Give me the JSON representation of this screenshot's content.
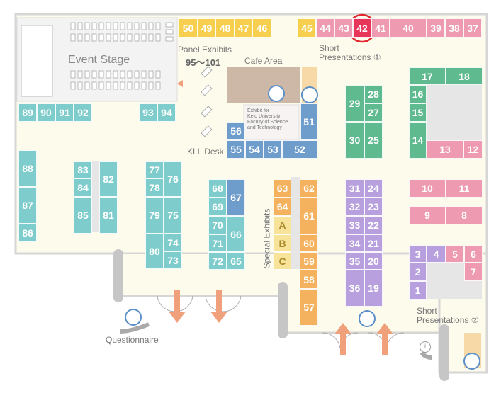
{
  "labels": {
    "event_stage": "Event Stage",
    "panel_exhibits": "Panel Exhibits",
    "panel_range": "95〜101",
    "cafe_area": "Cafe Area",
    "short_pres_1": "Short\nPresentations ①",
    "short_pres_2": "Short\nPresentations ②",
    "kll_desk": "KLL Desk",
    "keio_exhibit": "Exhibit for\nKeio University\nFaculty of Science\nand Technology",
    "special_exhibits": "Special Exhibits",
    "questionnaire": "Questionnaire",
    "info_symbol": "i"
  },
  "highlight": "42",
  "colors": {
    "teal": "#7fcccc",
    "yellow": "#f6cf4e",
    "pink": "#ee9ab1",
    "highlight": "#e8365b",
    "green": "#5fba8f",
    "blue": "#6e9dcc",
    "purple": "#b7a0dd",
    "orange": "#f4b15e",
    "floor": "#fdfbec",
    "wall": "#cfcfcf",
    "arrow": "#f0a07a",
    "circle": "#e0282e"
  },
  "booths": {
    "b50": "50",
    "b49": "49",
    "b48": "48",
    "b47": "47",
    "b46": "46",
    "b45": "45",
    "b44": "44",
    "b43": "43",
    "b42": "42",
    "b41": "41",
    "b40": "40",
    "b39": "39",
    "b38": "38",
    "b37": "37",
    "b89": "89",
    "b90": "90",
    "b91": "91",
    "b92": "92",
    "b93": "93",
    "b94": "94",
    "b56": "56",
    "b55": "55",
    "b54": "54",
    "b53": "53",
    "b52": "52",
    "b51": "51",
    "b29": "29",
    "b28": "28",
    "b27": "27",
    "b30": "30",
    "b25": "25",
    "b17": "17",
    "b18": "18",
    "b16": "16",
    "b15": "15",
    "b14": "14",
    "b13": "13",
    "b12": "12",
    "b88": "88",
    "b87": "87",
    "b86": "86",
    "b83": "83",
    "b84": "84",
    "b85": "85",
    "b82": "82",
    "b81": "81",
    "b77": "77",
    "b78": "78",
    "b79": "79",
    "b80": "80",
    "b76": "76",
    "b75": "75",
    "b74": "74",
    "b73": "73",
    "b68": "68",
    "b69": "69",
    "b70": "70",
    "b71": "71",
    "b72": "72",
    "b67": "67",
    "b66": "66",
    "b65": "65",
    "b63": "63",
    "b64": "64",
    "bA": "A",
    "bB": "B",
    "bC": "C",
    "b62": "62",
    "b61": "61",
    "b60": "60",
    "b59": "59",
    "b58": "58",
    "b57": "57",
    "b31": "31",
    "b32": "32",
    "b33": "33",
    "b34": "34",
    "b35": "35",
    "b36": "36",
    "b24": "24",
    "b23": "23",
    "b22": "22",
    "b21": "21",
    "b20": "20",
    "b19": "19",
    "b10": "10",
    "b11": "11",
    "b9": "9",
    "b8": "8",
    "b3": "3",
    "b4": "4",
    "b5": "5",
    "b6": "6",
    "b2": "2",
    "b1": "1",
    "b7": "7"
  }
}
